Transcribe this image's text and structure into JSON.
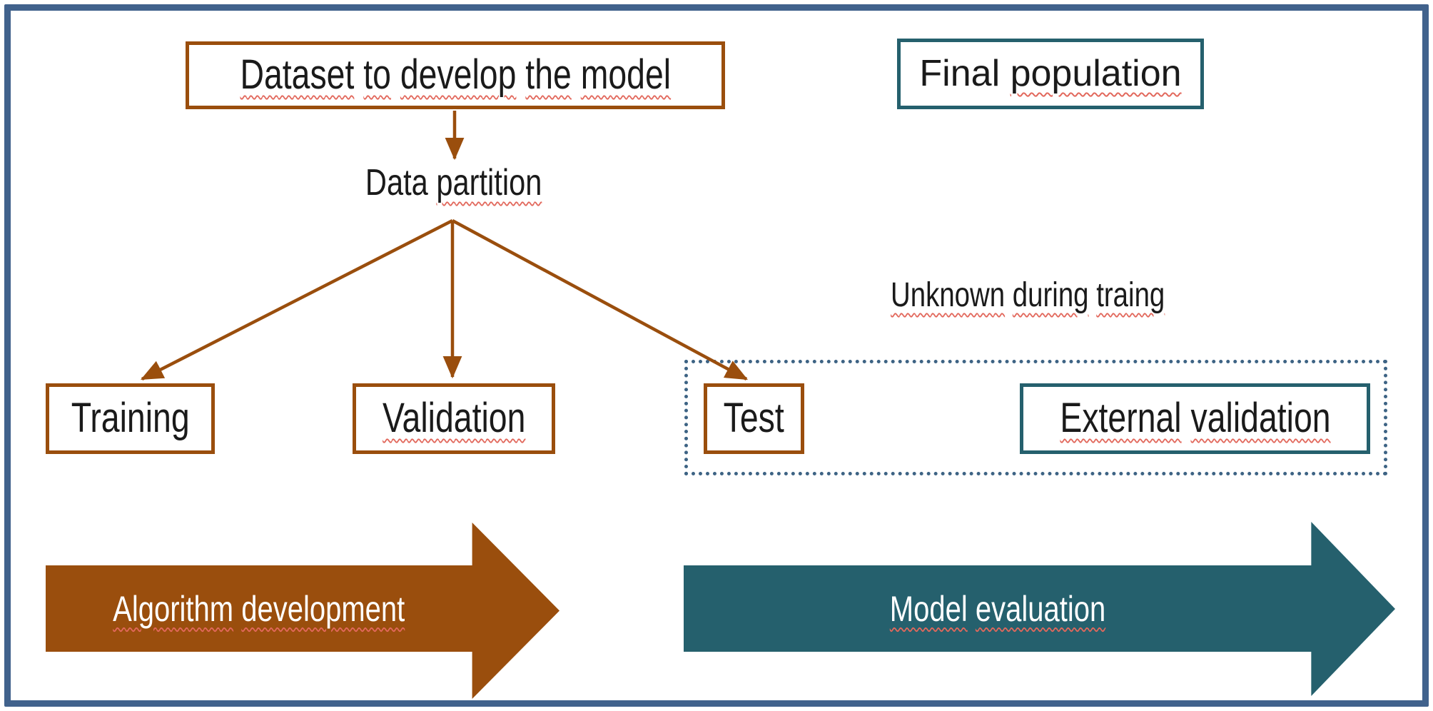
{
  "colors": {
    "brown": "#9A4E0D",
    "teal": "#25606D",
    "frame": "#41628C",
    "dotted": "#3D6384",
    "squiggle": "#E2685C",
    "text": "#1a1a1a",
    "white": "#FFFFFF"
  },
  "boxes": {
    "dataset": {
      "label": "Dataset to develop the model"
    },
    "final_population": {
      "label": "Final population"
    },
    "training": {
      "label": "Training"
    },
    "validation": {
      "label": "Validation"
    },
    "test": {
      "label": "Test"
    },
    "external_validation": {
      "label": "External validation"
    }
  },
  "labels": {
    "data_partition": "Data partition",
    "unknown_during_training": "Unknown during traing"
  },
  "arrows": {
    "algorithm_development": "Algorithm development",
    "model_evaluation": "Model evaluation"
  }
}
